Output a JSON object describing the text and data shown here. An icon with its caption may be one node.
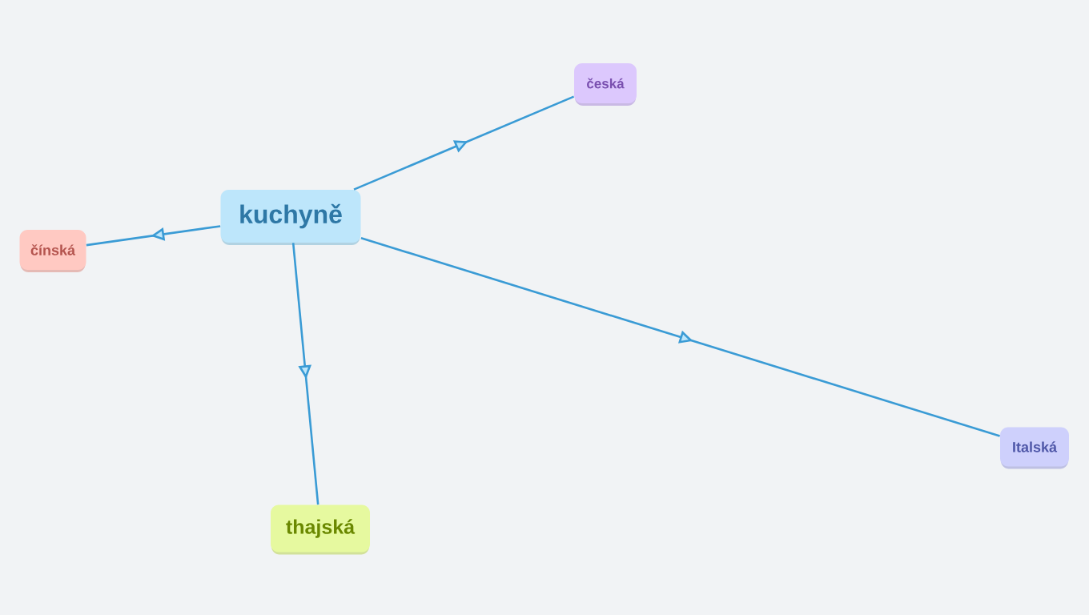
{
  "diagram": {
    "nodes": [
      {
        "text": [
          "kuchyně"
        ]
      },
      {
        "text": [
          "česká"
        ]
      },
      {
        "text": [
          "čínská"
        ]
      },
      {
        "text": [
          "thajská"
        ]
      },
      {
        "text": [
          "Italská"
        ]
      }
    ],
    "edges": [
      {
        "from": 0,
        "to": 1,
        "arrow": "to"
      },
      {
        "from": 0,
        "to": 2,
        "arrow": "to"
      },
      {
        "from": 0,
        "to": 3,
        "arrow": "to"
      },
      {
        "from": 0,
        "to": 4,
        "arrow": "to"
      }
    ]
  }
}
